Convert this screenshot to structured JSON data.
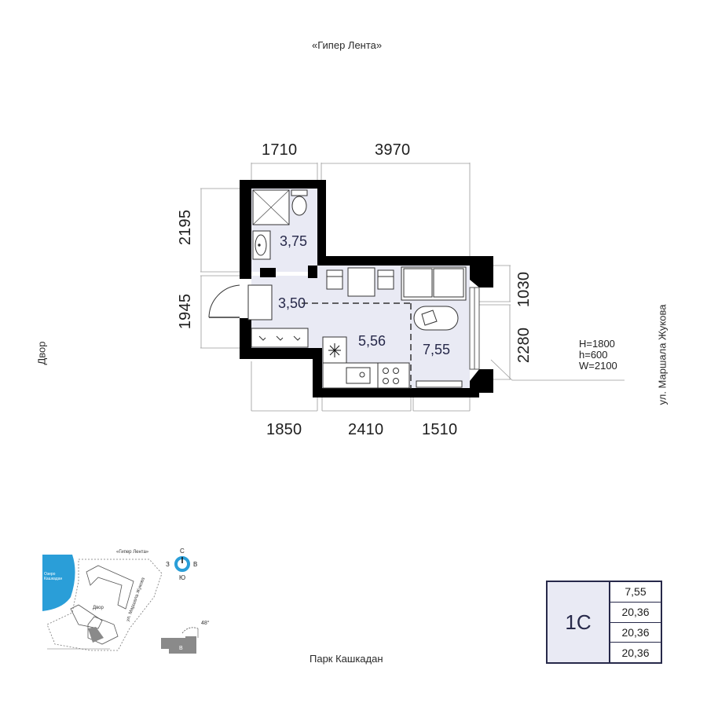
{
  "streets": {
    "top": "«Гипер Лента»",
    "bottom": "Парк Кашкадан",
    "left": "Двор",
    "right": "ул. Маршала Жукова"
  },
  "dimensions": {
    "top": [
      "1710",
      "3970"
    ],
    "bottom": [
      "1850",
      "2410",
      "1510"
    ],
    "left": [
      "2195",
      "1945"
    ],
    "right": [
      "1030",
      "2280"
    ]
  },
  "rooms": [
    {
      "id": "bathroom",
      "area": "3,75"
    },
    {
      "id": "hallway",
      "area": "3,50"
    },
    {
      "id": "kitchen",
      "area": "5,56"
    },
    {
      "id": "living",
      "area": "7,55"
    }
  ],
  "window_spec": {
    "H": "H=1800",
    "h": "h=600",
    "W": "W=2100"
  },
  "summary": {
    "type": "1С",
    "values": [
      "7,55",
      "20,36",
      "20,36",
      "20,36"
    ]
  },
  "compass": {
    "north": "С",
    "south": "Ю",
    "west": "З",
    "east": "В",
    "angle": "48°"
  },
  "site_plan": {
    "lake": "Озеро Кашкадан",
    "top_label": "«Гипер Лента»",
    "yard": "Двор",
    "street": "ул. Маршала Жукова",
    "section": "В"
  },
  "colors": {
    "wall": "#000000",
    "floor": "#e9eaf4",
    "text": "#27294a",
    "compass": "#2a9ed8",
    "lake": "#2a9ed8"
  }
}
